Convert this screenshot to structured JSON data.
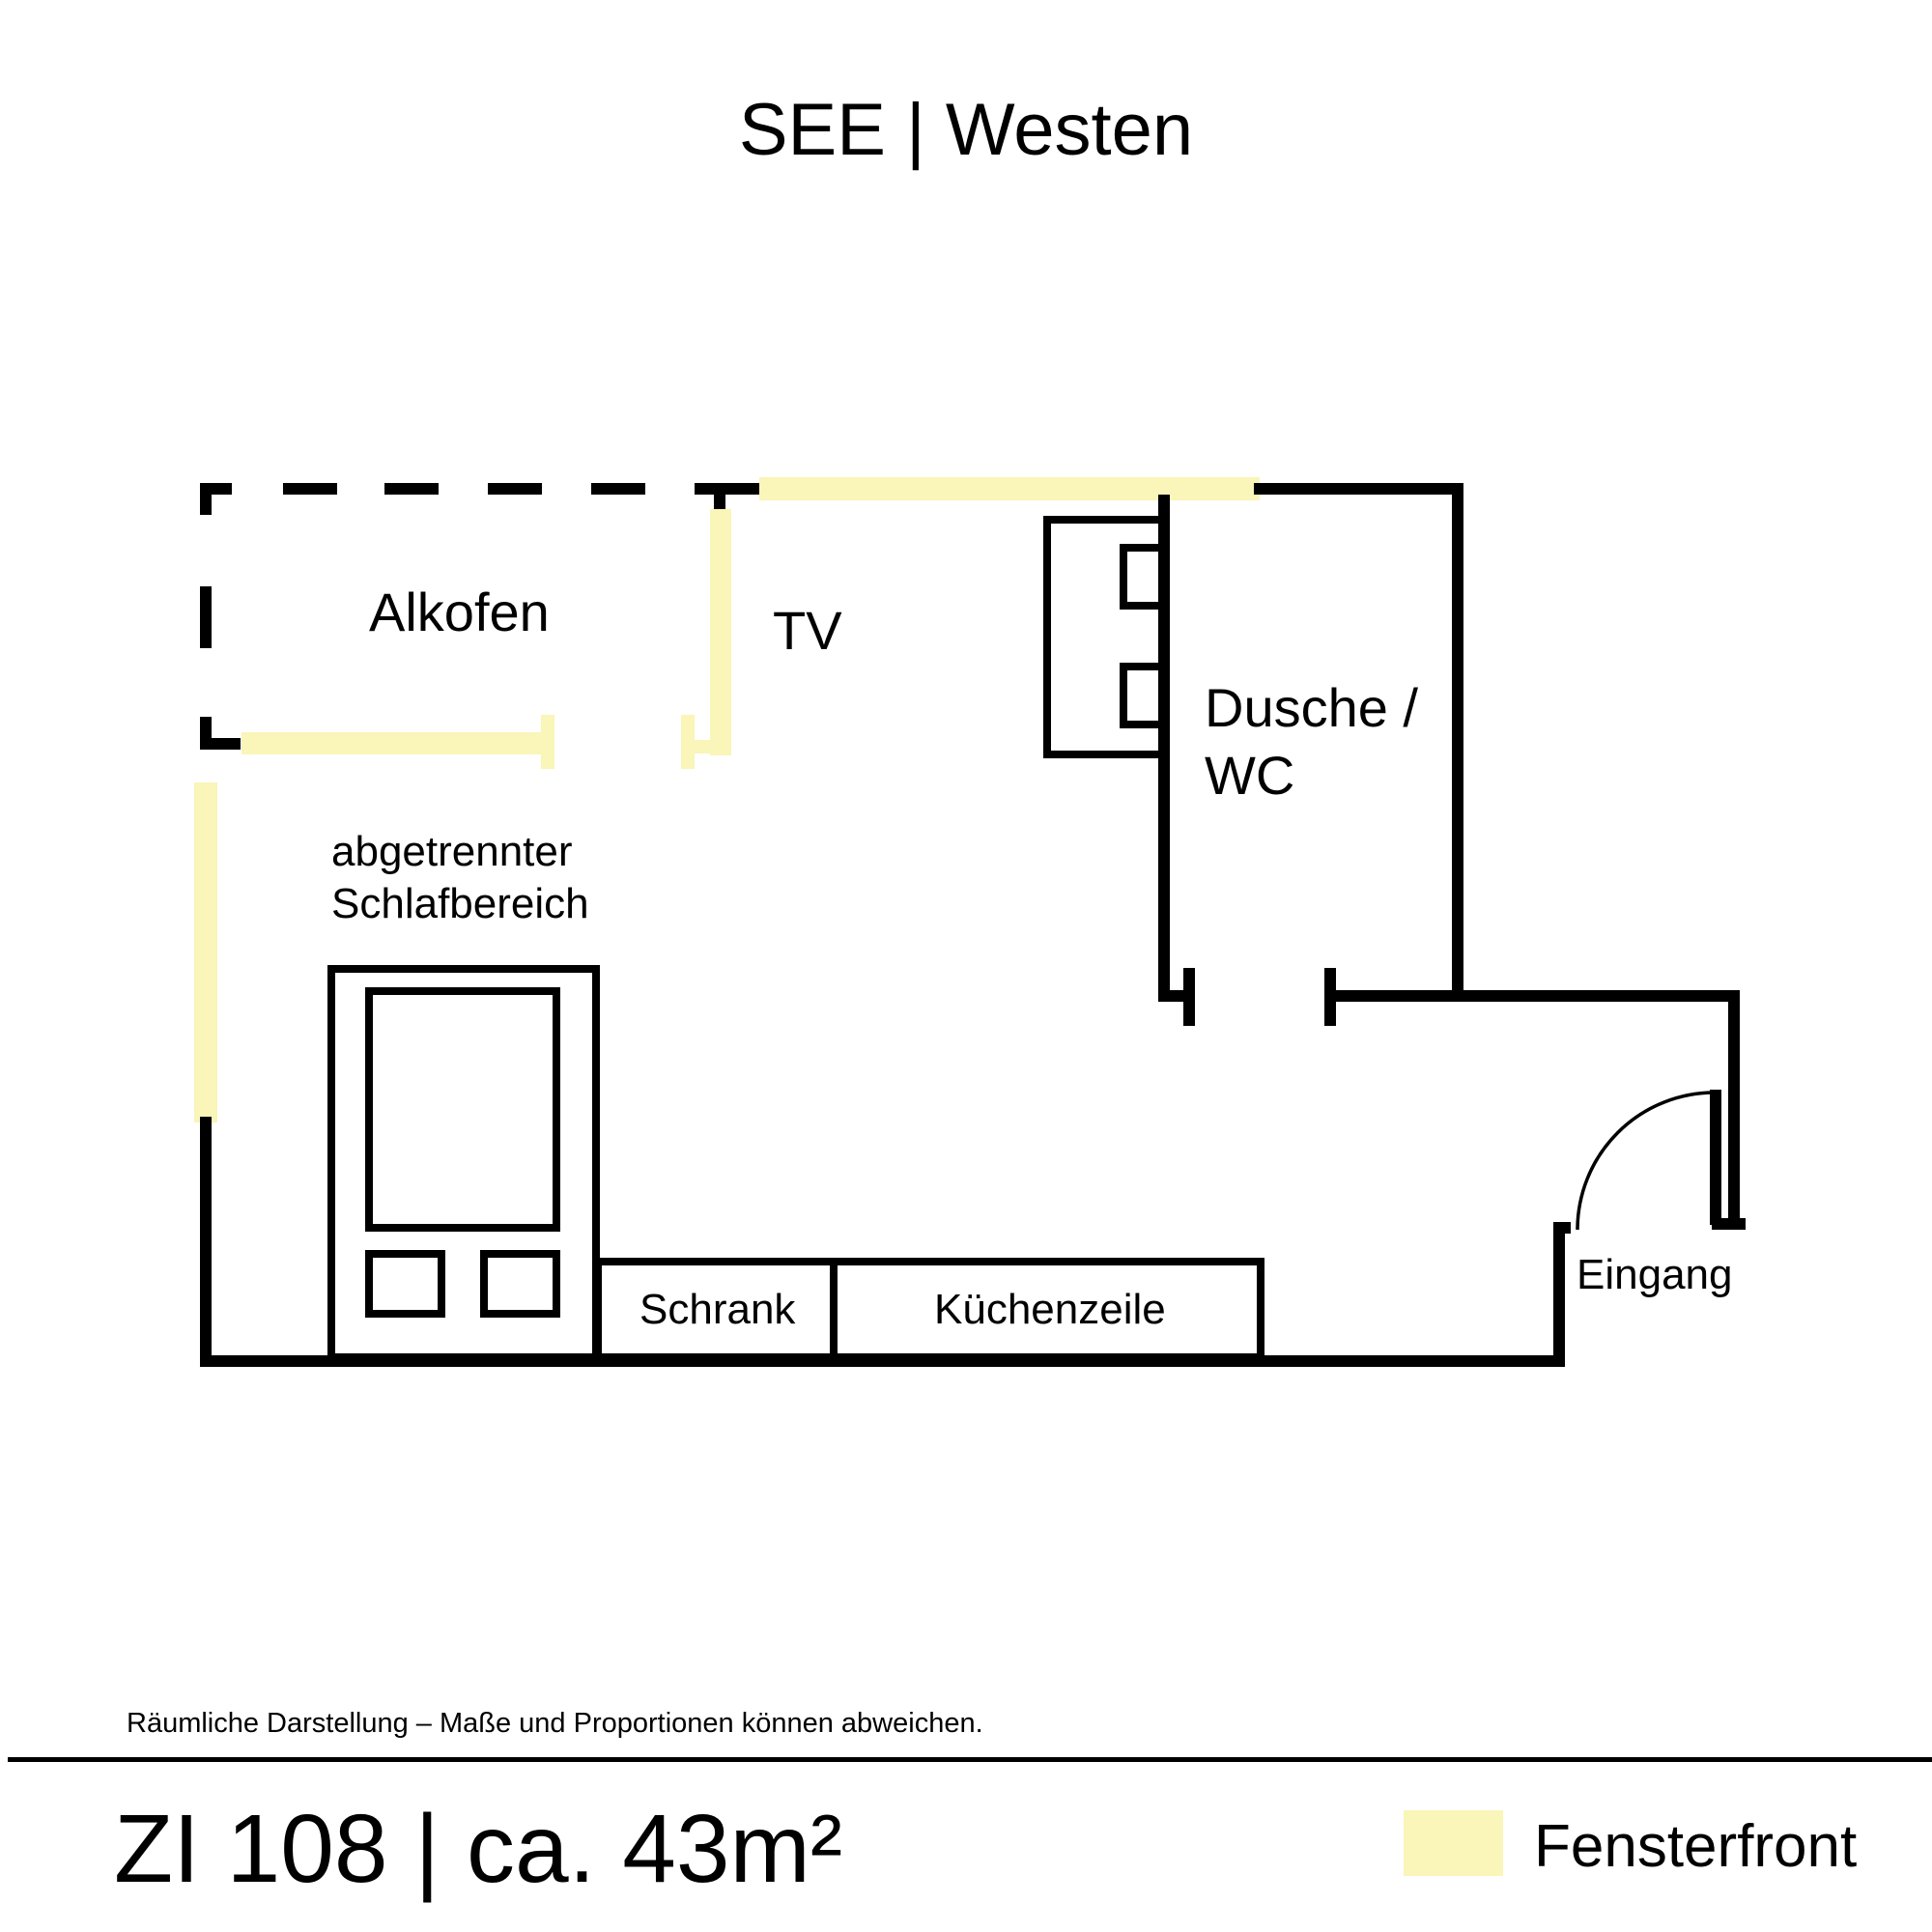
{
  "colors": {
    "wall": "#000000",
    "window": "#faf5b8",
    "background": "#ffffff"
  },
  "title": "SEE | Westen",
  "rooms": {
    "alkofen": "Alkofen",
    "tv": "TV",
    "dusche_line1": "Dusche /",
    "dusche_line2": "WC",
    "schlaf_line1": "abgetrennter",
    "schlaf_line2": "Schlafbereich",
    "schrank": "Schrank",
    "kueche": "Küchenzeile",
    "eingang": "Eingang"
  },
  "disclaimer": "Räumliche Darstellung – Maße und Proportionen können abweichen.",
  "footer": {
    "title": "ZI 108 | ca. 43m²",
    "legend_label": "Fensterfront"
  }
}
